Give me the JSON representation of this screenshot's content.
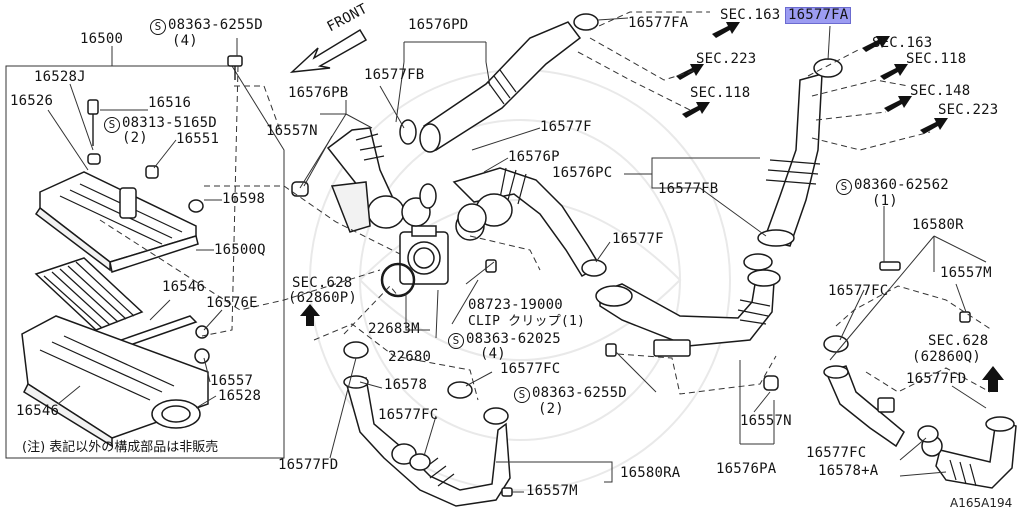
{
  "diagram_id": "A165A194",
  "front_label": "FRONT",
  "note": "(注) 表記以外の構成部品は非販売",
  "labels": {
    "p16500": "16500",
    "p16528J": "16528J",
    "p16526": "16526",
    "p16516": "16516",
    "p16551": "16551",
    "p16598": "16598",
    "p16500Q": "16500Q",
    "p16546a": "16546",
    "p16546b": "16546",
    "p16576E": "16576E",
    "p16557": "16557",
    "p16528": "16528",
    "p16576PB": "16576PB",
    "p16557N_a": "16557N",
    "p16576PD": "16576PD",
    "p16577FB_a": "16577FB",
    "p16577FA": "16577FA",
    "p16577F_a": "16577F",
    "p16576P": "16576P",
    "p16576PC": "16576PC",
    "p16577FB_b": "16577FB",
    "p16577F_b": "16577F",
    "p22683M": "22683M",
    "p22680": "22680",
    "p16578": "16578",
    "p16577FC_a": "16577FC",
    "p16577FC_b": "16577FC",
    "p16577FD_a": "16577FD",
    "p16557M_a": "16557M",
    "p16580RA": "16580RA",
    "p16557N_b": "16557N",
    "p16576PA": "16576PA",
    "p16580R": "16580R",
    "p16557M_b": "16557M",
    "p16577FC_c": "16577FC",
    "p16577FD_b": "16577FD",
    "p16577FC_d": "16577FC",
    "p16578A": "16578+A",
    "p16577FA_hl": "16577FA",
    "clip_no": "08723-19000",
    "clip_text": "CLIP クリップ(1)"
  },
  "screws": {
    "s6255D_top": {
      "symbol": "S",
      "code": "08363-6255D",
      "qty": "(4)"
    },
    "s5165D": {
      "symbol": "S",
      "code": "08313-5165D",
      "qty": "(2)"
    },
    "s62025": {
      "symbol": "S",
      "code": "08363-62025",
      "qty": "(4)"
    },
    "s6255D_bottom": {
      "symbol": "S",
      "code": "08363-6255D",
      "qty": "(2)"
    },
    "s62562": {
      "symbol": "S",
      "code": "08360-62562",
      "qty": "(1)"
    }
  },
  "sections": {
    "sec163_a": "SEC.163",
    "sec223_a": "SEC.223",
    "sec118_a": "SEC.118",
    "sec163_b": "SEC.163",
    "sec118_b": "SEC.118",
    "sec148": "SEC.148",
    "sec223_b": "SEC.223",
    "sec628_a": "SEC.628",
    "sec628_a_ref": "(62860P)",
    "sec628_b": "SEC.628",
    "sec628_b_ref": "(62860Q)"
  }
}
